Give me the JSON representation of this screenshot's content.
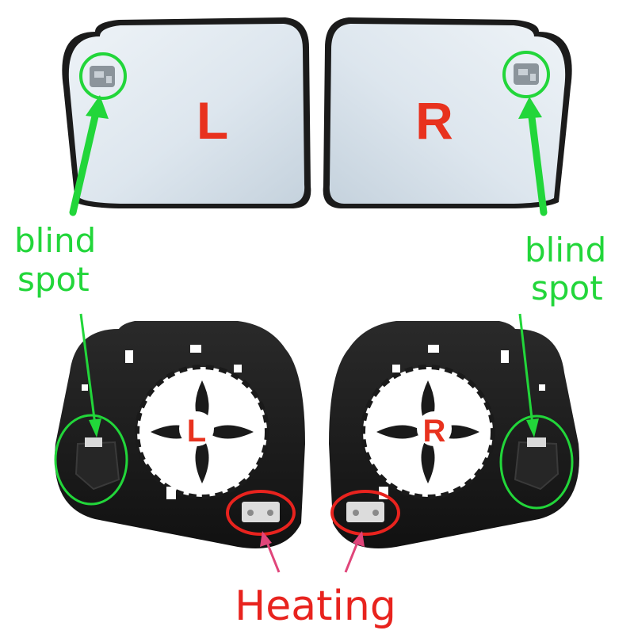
{
  "mirrors": {
    "left_letter": "L",
    "right_letter": "R",
    "back_left_letter": "L",
    "back_right_letter": "R"
  },
  "labels": {
    "blind_spot_left_line1": "blind",
    "blind_spot_left_line2": "spot",
    "blind_spot_right_line1": "blind",
    "blind_spot_right_line2": "spot",
    "heating": "Heating"
  },
  "colors": {
    "annotation_green": "#22d63a",
    "annotation_red": "#e8231e",
    "letter_red": "#e8321e",
    "heating_arrow": "#e0457a"
  },
  "icons": {
    "blind_spot_symbol": "car-blind-spot-icon",
    "heating_connector": "connector-terminal-icon"
  }
}
